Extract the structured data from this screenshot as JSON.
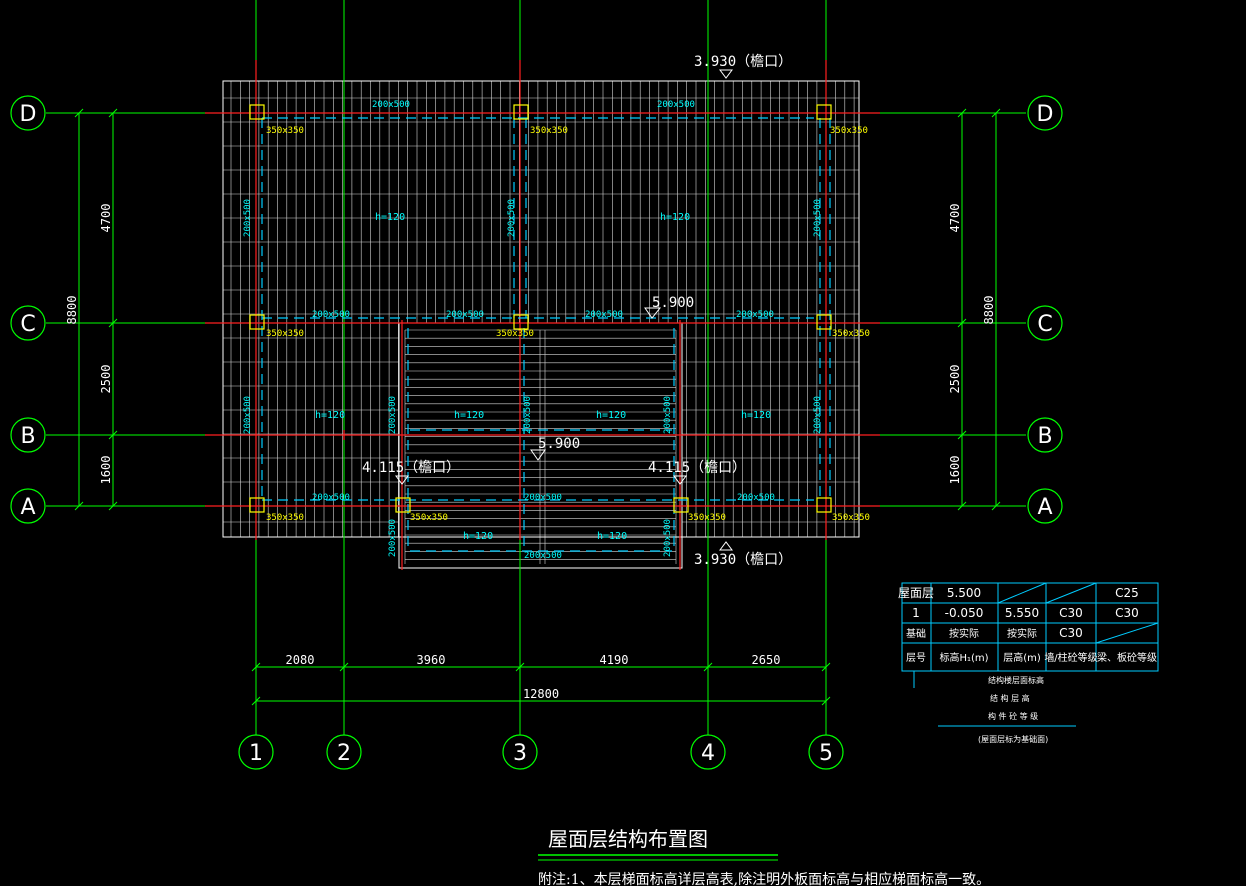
{
  "colors": {
    "background": "#000000",
    "axis_line": "#00ff00",
    "beam_line": "#ff2020",
    "column": "#ffff00",
    "hidden_beam": "#00ccff",
    "label_cyan": "#00ffff",
    "outline": "#ffffff",
    "table_line": "#00ccff"
  },
  "axes": {
    "columns": [
      "1",
      "2",
      "3",
      "4",
      "5"
    ],
    "rows": [
      "D",
      "C",
      "B",
      "A"
    ]
  },
  "dimensions": {
    "bottom": [
      "2080",
      "3960",
      "4190",
      "2650"
    ],
    "bottom_total": "12800",
    "left": [
      "4700",
      "2500",
      "1600"
    ],
    "left_total": "8800",
    "right": [
      "4700",
      "2500",
      "1600"
    ],
    "right_total": "8800"
  },
  "elevations": {
    "eave_top": "3.930（檐口）",
    "eave_bottom": "3.930（檐口）",
    "eave_left": "4.115（檐口）",
    "eave_right": "4.115（檐口）",
    "ridge_upper": "5.900",
    "ridge_lower": "5.900"
  },
  "labels": {
    "column_size": "350x350",
    "beam_size": "200x500",
    "slab_thickness": "h=120"
  },
  "level_table": {
    "rows": [
      [
        "屋面层",
        "5.500",
        "",
        "",
        "C25"
      ],
      [
        "1",
        "-0.050",
        "5.550",
        "C30",
        "C30"
      ],
      [
        "基础",
        "按实际",
        "按实际",
        "C30",
        ""
      ],
      [
        "层号",
        "标高H₁(m)",
        "层高(m)",
        "墙/柱砼等级",
        "梁、板砼等级"
      ]
    ],
    "caption_1": "结构楼层面标高",
    "caption_2": "结 构 层 高",
    "caption_3": "构 件 砼 等 级",
    "caption_4": "(屋面层标为基础面)"
  },
  "drawing_title": "屋面层结构布置图",
  "note": "附注:1、本层梯面标高详层高表,除注明外板面标高与相应梯面标高一致。"
}
